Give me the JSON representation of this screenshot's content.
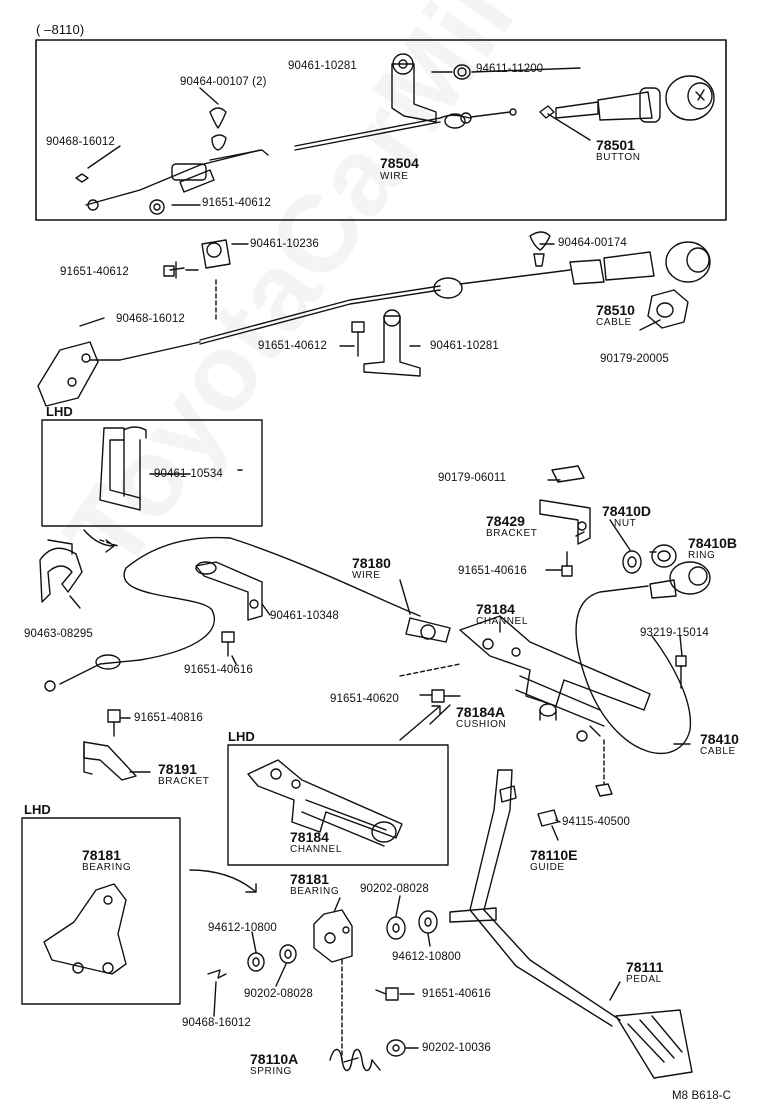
{
  "header": {
    "range": "(      –8110)"
  },
  "footer": {
    "code": "M8  B618-C"
  },
  "watermark": "ToyotaCarMine.ru",
  "sections": {
    "lhd_1": "LHD",
    "lhd_2": "LHD",
    "lhd_3": "LHD"
  },
  "parts": {
    "p90461_10281_a": "90461-10281",
    "p94611_11200": "94611-11200",
    "p90464_00107": "90464-00107 (2)",
    "p90468_16012_a": "90468-16012",
    "p78504": {
      "num": "78504",
      "name": "WIRE"
    },
    "p78501": {
      "num": "78501",
      "name": "BUTTON"
    },
    "p91651_40612_a": "91651-40612",
    "p90461_10236": "90461-10236",
    "p90464_00174": "90464-00174",
    "p91651_40612_b": "91651-40612",
    "p90468_16012_b": "90468-16012",
    "p78510": {
      "num": "78510",
      "name": "CABLE"
    },
    "p91651_40612_c": "91651-40612",
    "p90461_10281_b": "90461-10281",
    "p90179_20005": "90179-20005",
    "p90461_10534": "90461-10534",
    "p90179_06011": "90179-06011",
    "p78429": {
      "num": "78429",
      "name": "BRACKET"
    },
    "p78410D": {
      "num": "78410D",
      "name": "NUT"
    },
    "p78410B": {
      "num": "78410B",
      "name": "RING"
    },
    "p78180": {
      "num": "78180",
      "name": "WIRE"
    },
    "p91651_40616_a": "91651-40616",
    "p78184_a": {
      "num": "78184",
      "name": "CHANNEL"
    },
    "p90461_10348": "90461-10348",
    "p90463_08295": "90463-08295",
    "p93219_15014": "93219-15014",
    "p91651_40616_b": "91651-40616",
    "p91651_40620": "91651-40620",
    "p78184A": {
      "num": "78184A",
      "name": "CUSHION"
    },
    "p91651_40816": "91651-40816",
    "p78410": {
      "num": "78410",
      "name": "CABLE"
    },
    "p78191": {
      "num": "78191",
      "name": "BRACKET"
    },
    "p78184_b": {
      "num": "78184",
      "name": "CHANNEL"
    },
    "p94115_40500": "94115-40500",
    "p78110E": {
      "num": "78110E",
      "name": "GUIDE"
    },
    "p78181_a": {
      "num": "78181",
      "name": "BEARING"
    },
    "p78181_b": {
      "num": "78181",
      "name": "BEARING"
    },
    "p90202_08028_a": "90202-08028",
    "p94612_10800_a": "94612-10800",
    "p94612_10800_b": "94612-10800",
    "p90202_08028_b": "90202-08028",
    "p78111": {
      "num": "78111",
      "name": "PEDAL"
    },
    "p91651_40616_c": "91651-40616",
    "p90468_16012_c": "90468-16012",
    "p78110A": {
      "num": "78110A",
      "name": "SPRING"
    },
    "p90202_10036": "90202-10036"
  }
}
